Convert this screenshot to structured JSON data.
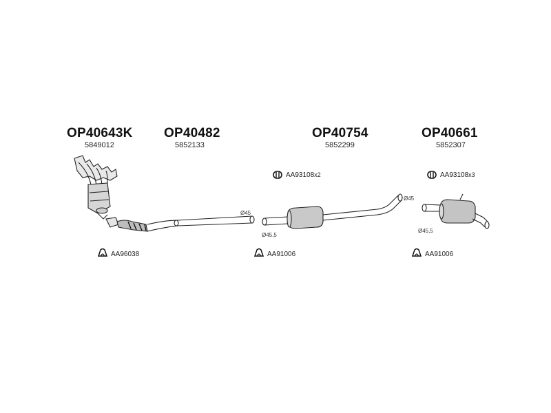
{
  "parts": [
    {
      "code": "OP40643K",
      "number": "5849012"
    },
    {
      "code": "OP40482",
      "number": "5852133"
    },
    {
      "code": "OP40754",
      "number": "5852299"
    },
    {
      "code": "OP40661",
      "number": "5852307"
    }
  ],
  "clamps": [
    {
      "ref": "AA93108",
      "qty": "x2",
      "icon": "clamp-ring-icon"
    },
    {
      "ref": "AA93108",
      "qty": "x3",
      "icon": "clamp-ring-icon"
    }
  ],
  "gaskets": [
    {
      "ref": "AA96038",
      "icon": "gasket-icon"
    },
    {
      "ref": "AA91006",
      "icon": "gasket-icon"
    },
    {
      "ref": "AA91006",
      "icon": "gasket-icon"
    }
  ],
  "dimensions": [
    {
      "label": "Ø45"
    },
    {
      "label": "Ø45,5"
    },
    {
      "label": "Ø45"
    },
    {
      "label": "Ø45,5"
    }
  ]
}
